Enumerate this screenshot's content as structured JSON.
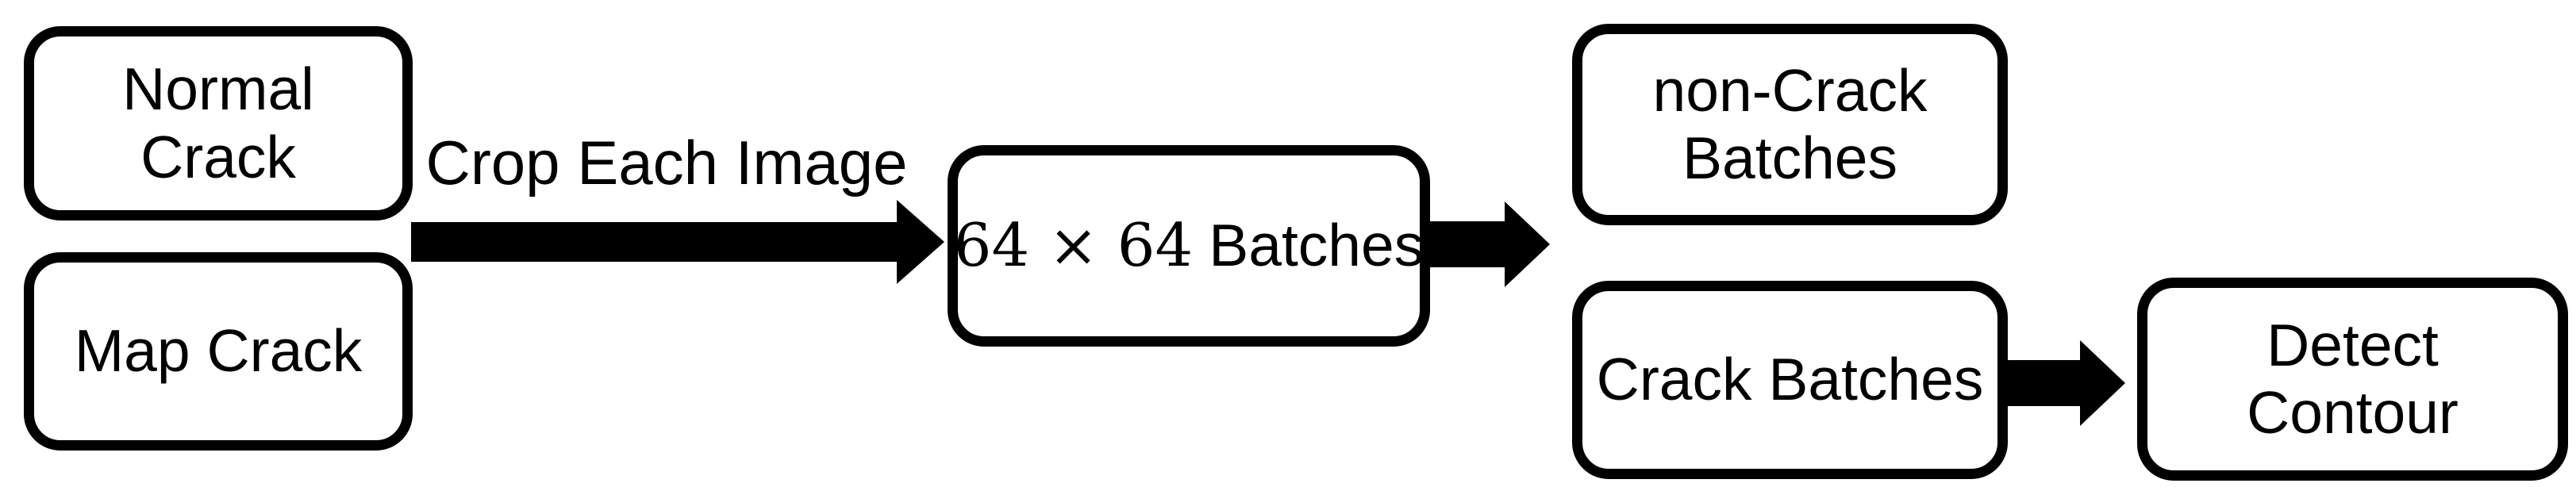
{
  "diagram": {
    "title": "crack image batching flowchart",
    "background_color": "#ffffff",
    "ink_color": "#000000",
    "nodes": {
      "normal_crack": {
        "line1": "Normal",
        "line2": "Crack"
      },
      "map_crack": {
        "line1": "Map Crack"
      },
      "batches": {
        "math": "64 × 64",
        "text": "Batches",
        "full_label": "64 × 64 Batches"
      },
      "non_crack": {
        "line1": "non-Crack",
        "line2": "Batches"
      },
      "crack_batches": {
        "line1": "Crack Batches"
      },
      "detect_contour": {
        "line1": "Detect",
        "line2": "Contour"
      }
    },
    "arrow_labels": {
      "crop": "Crop Each Image"
    },
    "edges": [
      {
        "from": "Normal Crack",
        "to": "64 × 64 Batches",
        "label": "Crop Each Image"
      },
      {
        "from": "Map Crack",
        "to": "64 × 64 Batches",
        "label": "Crop Each Image"
      },
      {
        "from": "64 × 64 Batches",
        "to": "non-Crack Batches",
        "label": ""
      },
      {
        "from": "64 × 64 Batches",
        "to": "Crack Batches",
        "label": ""
      },
      {
        "from": "Crack Batches",
        "to": "Detect Contour",
        "label": ""
      }
    ]
  }
}
